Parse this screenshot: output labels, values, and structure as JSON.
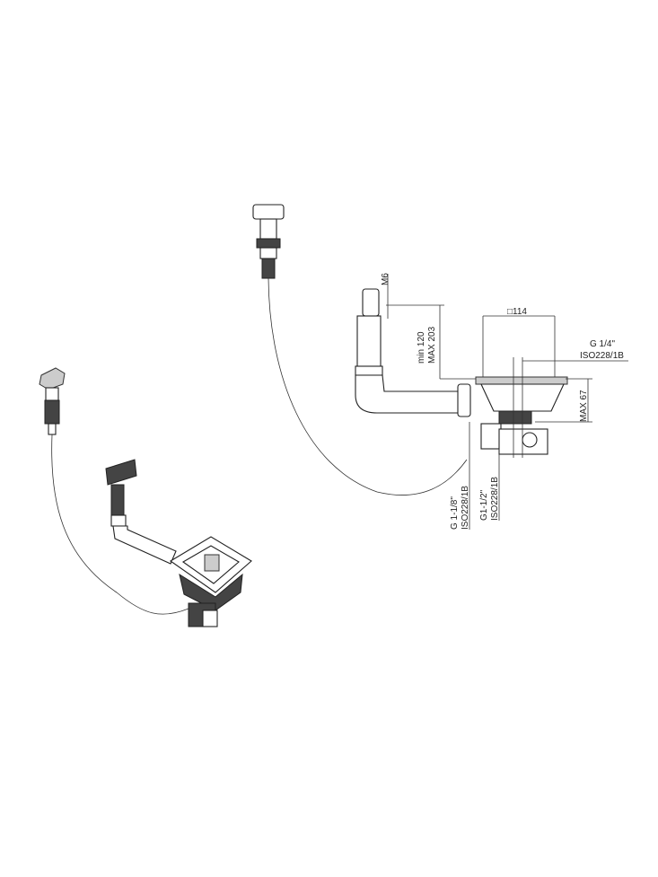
{
  "dimensions": {
    "m6": "M6",
    "min": "min 120",
    "max_height": "MAX 203",
    "square": "□114",
    "g14": "G 1/4\"",
    "g14_iso": "ISO228/1B",
    "max67": "MAX 67",
    "g118": "G 1-1/8\"",
    "g118_iso": "ISO228/1B",
    "g112": "G1-1/2\"",
    "g112_iso": "ISO228/1B"
  }
}
